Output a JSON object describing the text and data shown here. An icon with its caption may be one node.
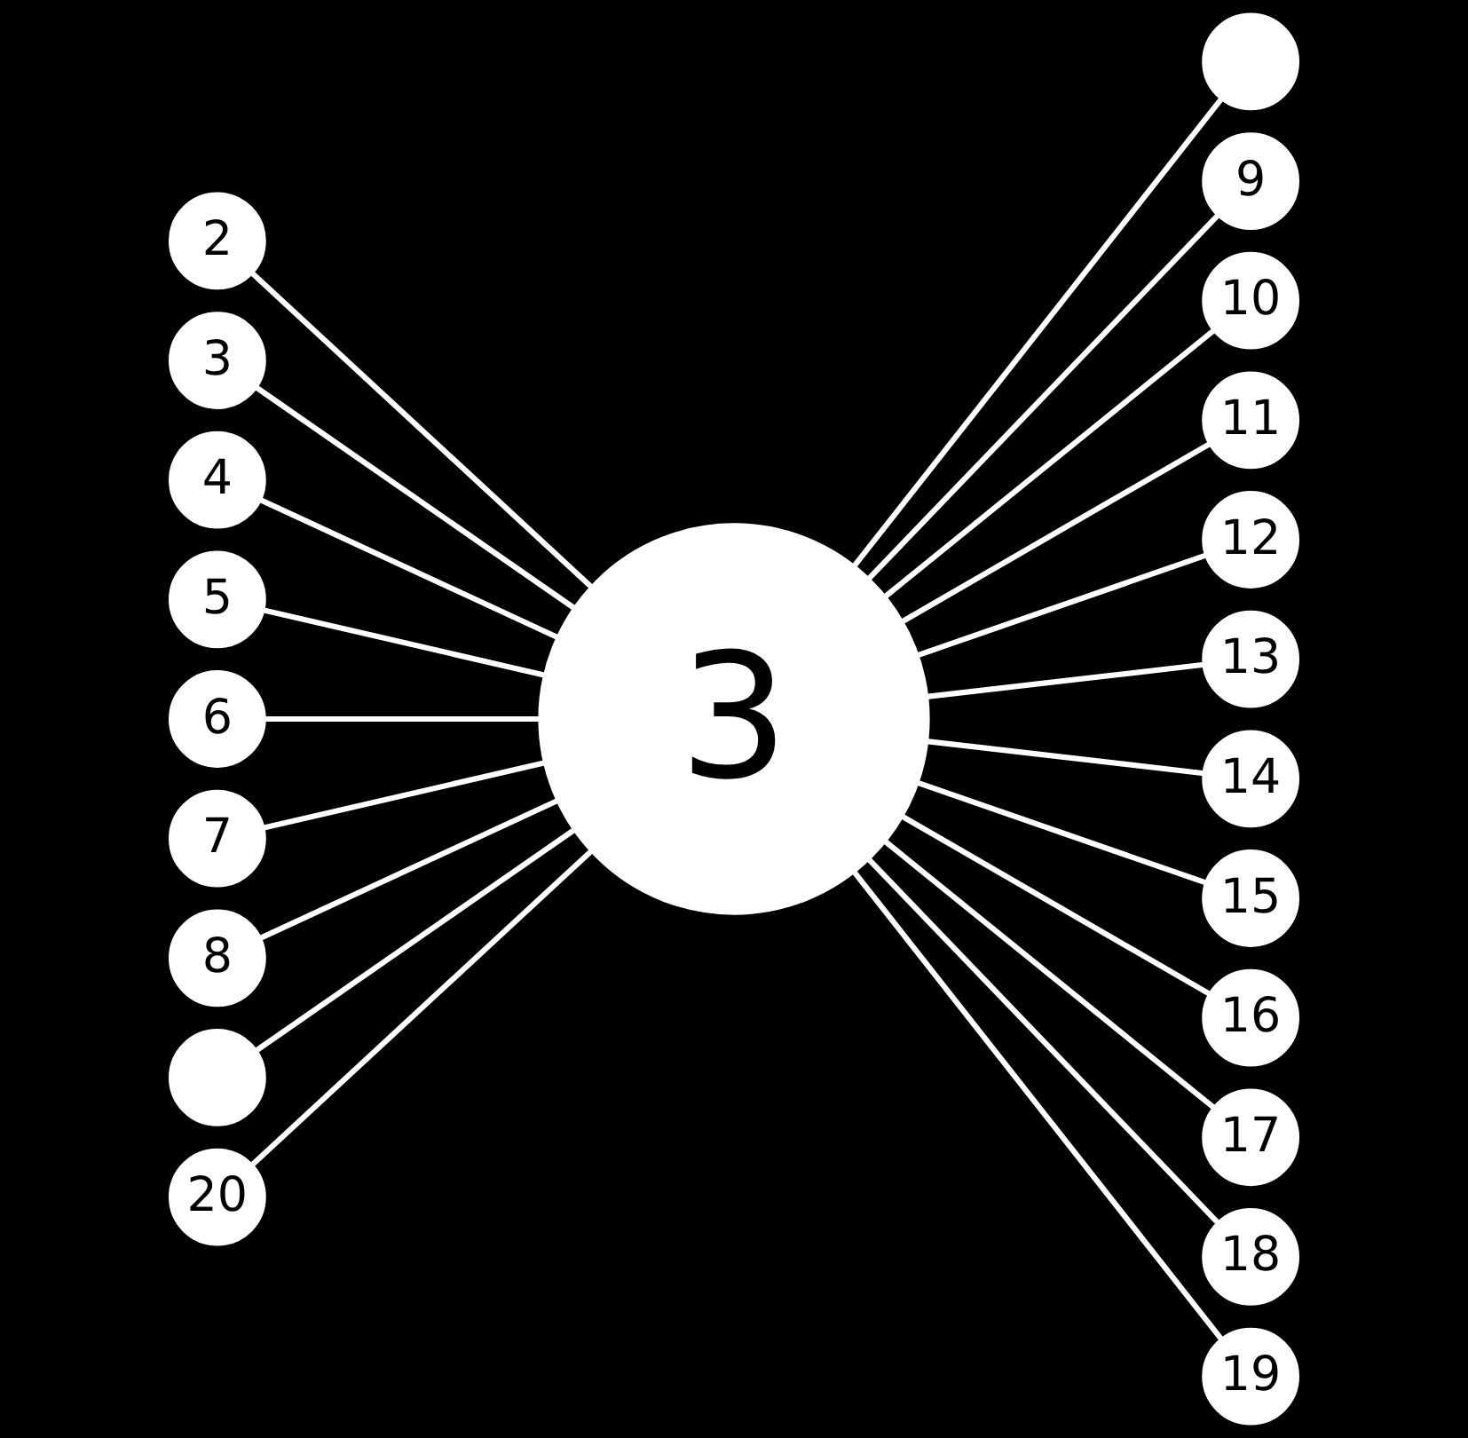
{
  "diagram": {
    "nodes": [
      {
        "text": [
          "3"
        ]
      },
      {
        "text": [
          "2"
        ]
      },
      {
        "text": [
          "3"
        ]
      },
      {
        "text": [
          "4"
        ]
      },
      {
        "text": [
          "5"
        ]
      },
      {
        "text": [
          "6"
        ]
      },
      {
        "text": [
          "7"
        ]
      },
      {
        "text": [
          "8"
        ]
      },
      {
        "text": [],
        "shape": "circle"
      },
      {
        "text": [
          "9"
        ]
      },
      {
        "text": [
          "10"
        ]
      },
      {
        "text": [
          "11"
        ]
      },
      {
        "text": [
          "12"
        ]
      },
      {
        "text": [
          "13"
        ]
      },
      {
        "text": [
          "14"
        ]
      },
      {
        "text": [
          "15"
        ]
      },
      {
        "text": [
          "16"
        ]
      },
      {
        "text": [
          "17"
        ]
      },
      {
        "text": [
          "18"
        ]
      },
      {
        "text": [
          "19"
        ]
      },
      {
        "text": [],
        "shape": "circle"
      },
      {
        "text": [
          "20"
        ]
      }
    ],
    "edges": [
      {
        "from": 1,
        "to": 0,
        "arrow": "none"
      },
      {
        "from": 2,
        "to": 0,
        "arrow": "none"
      },
      {
        "from": 3,
        "to": 0,
        "arrow": "none"
      },
      {
        "from": 4,
        "to": 0,
        "arrow": "none"
      },
      {
        "from": 5,
        "to": 0,
        "arrow": "none"
      },
      {
        "from": 6,
        "to": 0,
        "arrow": "none"
      },
      {
        "from": 7,
        "to": 0,
        "arrow": "none"
      },
      {
        "from": 0,
        "to": 8,
        "arrow": "none"
      },
      {
        "from": 0,
        "to": 9,
        "arrow": "none"
      },
      {
        "from": 0,
        "to": 10,
        "arrow": "none"
      },
      {
        "from": 0,
        "to": 11,
        "arrow": "none"
      },
      {
        "from": 0,
        "to": 12,
        "arrow": "none"
      },
      {
        "from": 0,
        "to": 13,
        "arrow": "none"
      },
      {
        "from": 0,
        "to": 14,
        "arrow": "none"
      },
      {
        "from": 0,
        "to": 15,
        "arrow": "none"
      },
      {
        "from": 0,
        "to": 16,
        "arrow": "none"
      },
      {
        "from": 0,
        "to": 17,
        "arrow": "none"
      },
      {
        "from": 0,
        "to": 18,
        "arrow": "none"
      },
      {
        "from": 0,
        "to": 19,
        "arrow": "none"
      },
      {
        "from": 20,
        "to": 0,
        "arrow": "none"
      },
      {
        "from": 21,
        "to": 0,
        "arrow": "none"
      }
    ]
  }
}
